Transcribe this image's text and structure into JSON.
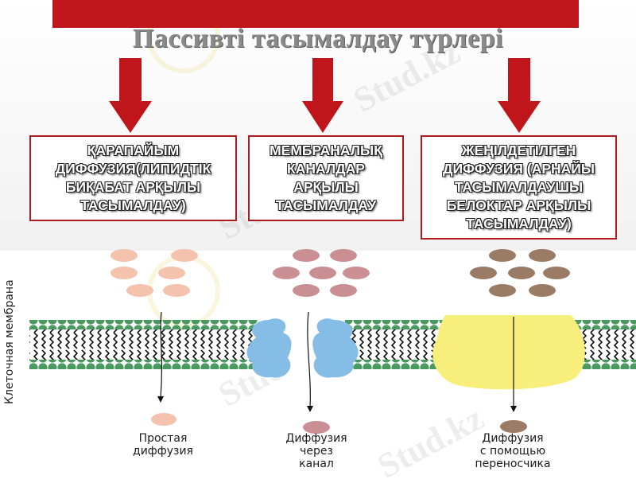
{
  "title": "Пассивті тасымалдау түрлері",
  "colors": {
    "accent": "#c0161b",
    "lipid_head": "#4a9960",
    "channel": "#86bde6",
    "carrier": "#f7ee7c",
    "simple_particle": "#f4c2ad",
    "channel_particle": "#c98f93",
    "carrier_particle": "#9a7b66"
  },
  "boxes": [
    {
      "label": "ҚАРАПАЙЫМ\nДИФФУЗИЯ(ЛИПИДТІК\nБИҚАБАТ АРҚЫЛЫ\nТАСЫМАЛДАУ)"
    },
    {
      "label": "МЕМБРАНАЛЫҚ\nКАНАЛДАР\nАРҚЫЛЫ\nТАСЫМАЛДАУ"
    },
    {
      "label": "ЖЕҢІЛДЕТІЛГЕН\nДИФФУЗИЯ (АРНАЙЫ\nТАСЫМАЛДАУШЫ\nБЕЛОКТАР АРҚЫЛЫ\nТАСЫМАЛДАУ)"
    }
  ],
  "membrane_label": "Клеточная мембрана",
  "captions": [
    "Простая\nдиффузия",
    "Диффузия\nчерез\nканал",
    "Диффузия\nс помощью\nпереносчика"
  ],
  "watermark": "Stud.kz"
}
